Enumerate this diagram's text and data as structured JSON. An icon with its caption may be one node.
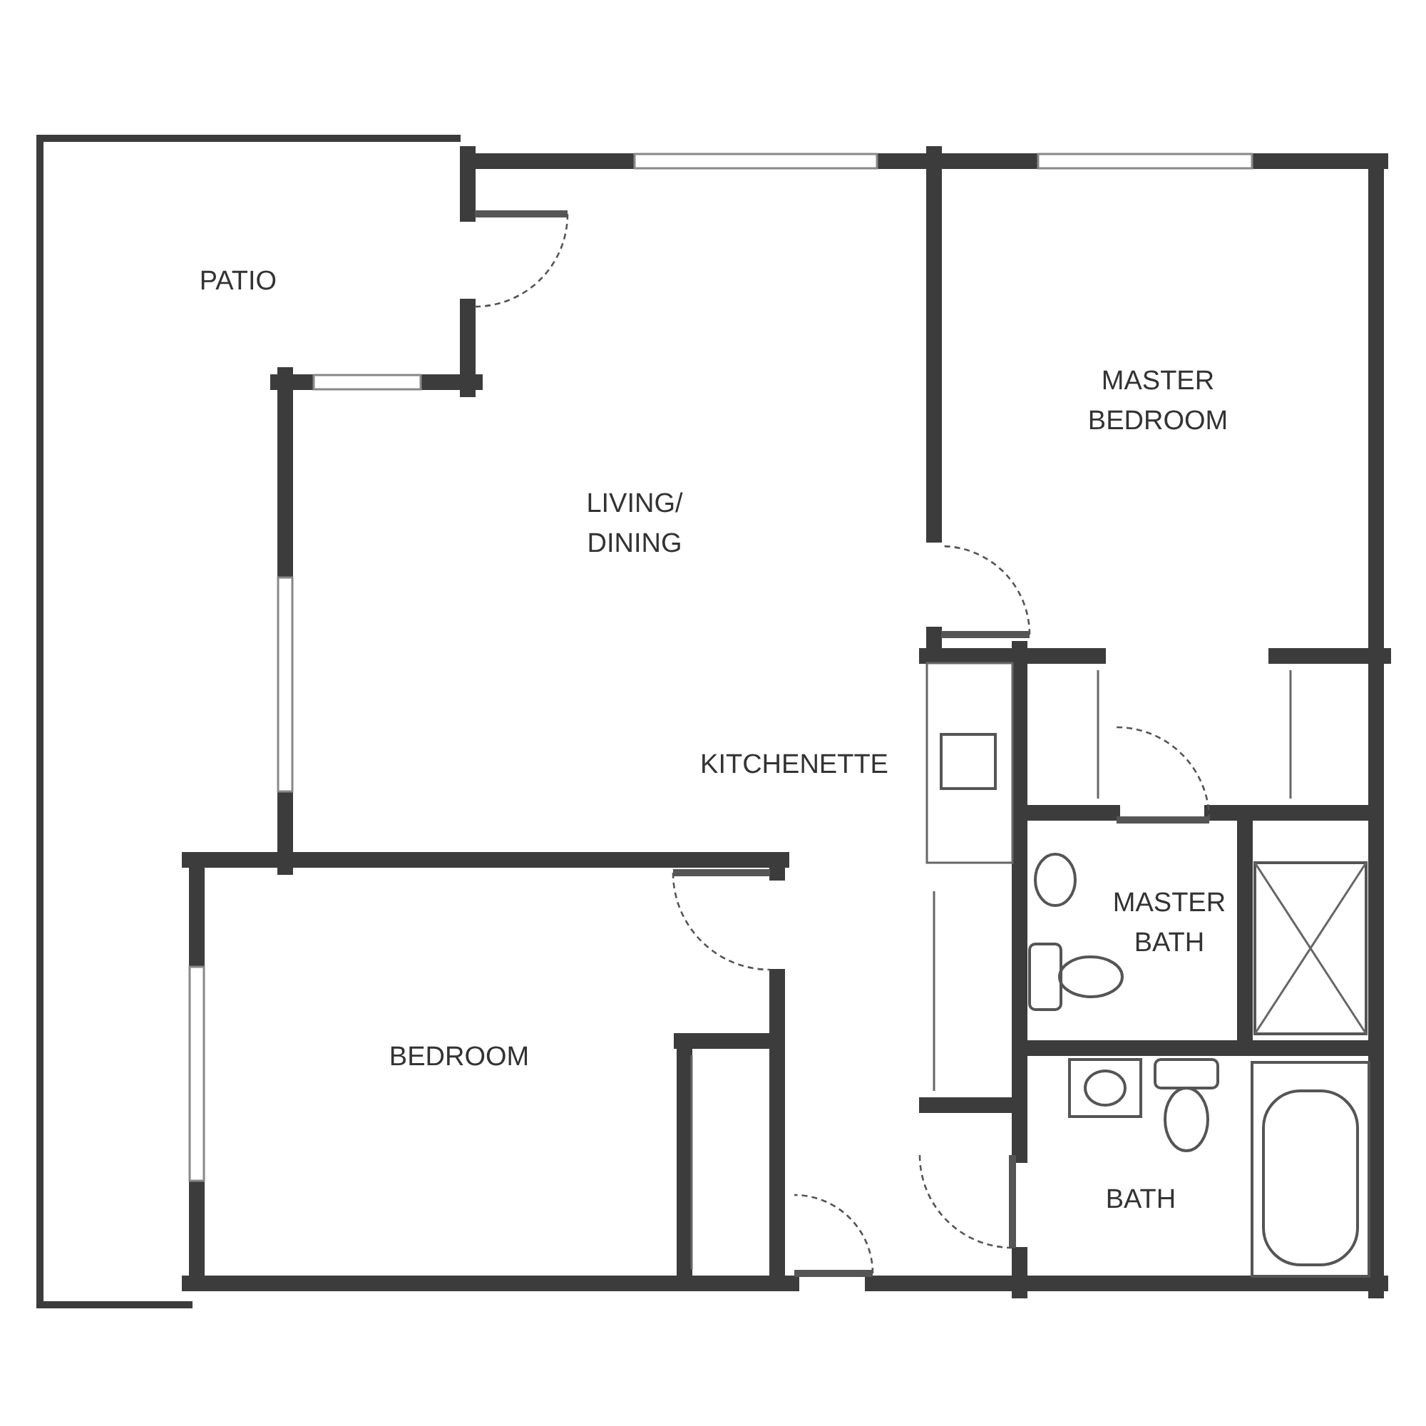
{
  "diagram": {
    "labels": [
      "PATIO",
      "MASTER BEDROOM",
      "LIVING/ DINING",
      "KITCHENETTE",
      "MASTER BATH",
      "BEDROOM",
      "BATH"
    ]
  }
}
